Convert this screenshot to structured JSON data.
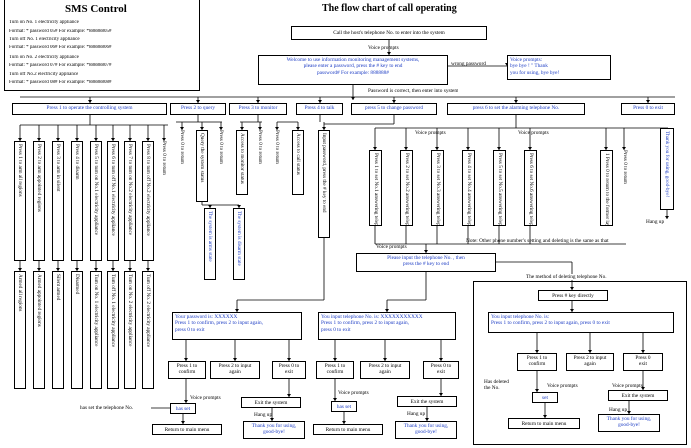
{
  "sms": {
    "title": "SMS Control",
    "lines": [
      "Turn on No. 1 electricity appliance",
      "Format:  * password 05#    For example:  *88888805#",
      "Turn off No. 1 electricity appliance",
      "Format:  * password 06#    For example:  *88888806#",
      "Turn on No. 2 electricity appliance",
      "Format:  * password 07#    For example:  *88888807#",
      "Turn off No.2 electricity appliance",
      "Format:  * password 08#    For example:  *88888808#"
    ]
  },
  "flow": {
    "title": "The flow chart of call operating",
    "call": "Call the host's telephone No. to enter into the system",
    "voice_prompts": "Voice prompts",
    "welcome": "Welcome to use information monitoring management systems,\nplease enter a password, press the # key to end\npassword#    For example: 888888#",
    "wrong_password": "wrong password",
    "wrong_box": "Voice prompts:\nbye bye ! \"   Thank\nyou for using, bye bye!",
    "correct": "Password is correct, then enter into system",
    "menu": {
      "m1": "Press 1 to operate the controlling system",
      "m2": "Press 2 to query",
      "m3": "Press 3 to monitor",
      "m4": "Press 4 to talk",
      "m5": "press 5 to change password",
      "m6": "press 6 to set the alarming telephone No.",
      "m0": "Press 0 to exit"
    },
    "ctrl_opts": [
      "Press 1 to arm all regions",
      "Press 2 to arm appointed regions",
      "Press 3 to arm in silent",
      "Press 4 to disarm",
      "Press 5 to turn on No.1 electricity appliance",
      "Press 6 to turn off No.1 electricity appliance",
      "Press 7 to turn on No.2 electricity appliance",
      "Press 8 to turn off No.2 electricity appliance",
      "Press 0 to return"
    ],
    "ctrl_results": [
      "Armed all regions",
      "Armed appointed regions",
      "Silent armed",
      "Disarmed",
      "Turn on No. 1 electricity appliance",
      "Turn off No. 1 electricity appliance",
      "Turn on No. 2 electricity appliance",
      "Turn off No. 2 electricity appliance"
    ],
    "query_opts": [
      "Press 0 to return",
      "Query the system status",
      "Press 0 to return"
    ],
    "status_sub": [
      "The system is arms state",
      "The system is disarm state"
    ],
    "monitor_opts": [
      "Access to monitor status",
      "Press 0 to return"
    ],
    "talk_opts": [
      "Access to call status",
      "Press 0 to return"
    ],
    "pwd_input": "Input password, press the # key to end",
    "tel_opts": [
      "Press 1 to set No.1 answering telephone No.",
      "Press 2 to set No.2 answering telephone No.",
      "Press 3 to set No.3 answering telephone No.",
      "Press 4 to set No.4 answering telephone No.",
      "Press 5 to set No.5 answering telephone No.",
      "Press 6 to set No.6 answering telephone No.",
      "Press 0 to return",
      "1 Press 0 to return to the former layer"
    ],
    "thank": "Thank you for using, good-bye!",
    "hangup": "Hang up",
    "note": "Note: Other phone number's setting and deleting is the same as that",
    "input_tel": "Please input the telephone No. , then\npress the # key to end",
    "pwd_confirm": "Your password is:   XXXXXX\nPress 1 to confirm, press 2 to input again,\npress 0 to exit",
    "tel_confirm": "You input telephone No. is:   XXXXXXXXXXX\nPress 1 to confirm, press 2 to input again,\npress 0 to exit",
    "confirm": "Press 1 to\nconfirm",
    "input_again": "Press 2 to input\nagain",
    "exit": "Press 0 to\nexit",
    "exit_system": "Exit the system",
    "hang_up_colon": "Hang up",
    "thanks_box": "Thank you for using,\ngood-bye!",
    "has_set_label": "has set the telephone No.",
    "has_set": "has set",
    "return_main": "Return to main menu",
    "del_title": "The method of deleting telephone No.",
    "del_key": "Press # key directly",
    "del_confirm": "You input telephone No. is:\nPress 1 to confirm, press 2 to input again, press 0 to exit",
    "del_input_again": "Press 2 to input\nagain",
    "del_exit": "Press 0\nexit",
    "has_deleted": "Has deleted\nthe No.",
    "set": "set"
  }
}
